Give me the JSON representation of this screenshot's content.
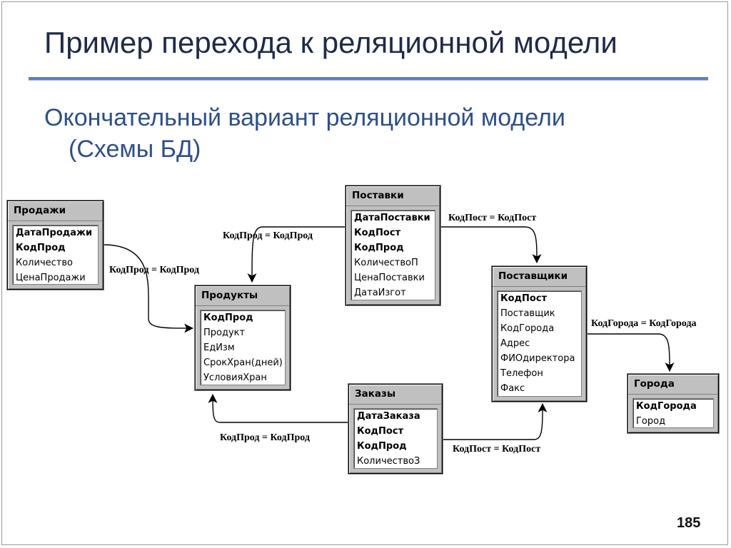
{
  "slide": {
    "title": "Пример перехода к реляционной модели",
    "subtitle_line1": "Окончательный вариант реляционной модели",
    "subtitle_line2": "(Схемы БД)",
    "page_number": "185",
    "colors": {
      "title": "#1f2a4a",
      "subtitle": "#2d4f8a",
      "rule": "#5a7fbd",
      "table_header": "#c0c0c0"
    }
  },
  "tables": {
    "sales": {
      "title": "Продажи",
      "fields": [
        {
          "name": "ДатаПродажи",
          "key": true
        },
        {
          "name": "КодПрод",
          "key": true
        },
        {
          "name": "Количество",
          "key": false
        },
        {
          "name": "ЦенаПродажи",
          "key": false
        }
      ]
    },
    "products": {
      "title": "Продукты",
      "fields": [
        {
          "name": "КодПрод",
          "key": true
        },
        {
          "name": "Продукт",
          "key": false
        },
        {
          "name": "ЕдИзм",
          "key": false
        },
        {
          "name": "СрокХран(дней)",
          "key": false
        },
        {
          "name": "УсловияХран",
          "key": false
        }
      ]
    },
    "deliveries": {
      "title": "Поставки",
      "fields": [
        {
          "name": "ДатаПоставки",
          "key": true
        },
        {
          "name": "КодПост",
          "key": true
        },
        {
          "name": "КодПрод",
          "key": true
        },
        {
          "name": "КоличествоП",
          "key": false
        },
        {
          "name": "ЦенаПоставки",
          "key": false
        },
        {
          "name": "ДатаИзгот",
          "key": false
        }
      ]
    },
    "suppliers": {
      "title": "Поставщики",
      "fields": [
        {
          "name": "КодПост",
          "key": true
        },
        {
          "name": "Поставщик",
          "key": false
        },
        {
          "name": "КодГорода",
          "key": false
        },
        {
          "name": "Адрес",
          "key": false
        },
        {
          "name": "ФИОдиректора",
          "key": false
        },
        {
          "name": "Телефон",
          "key": false
        },
        {
          "name": "Факс",
          "key": false
        }
      ]
    },
    "orders": {
      "title": "Заказы",
      "fields": [
        {
          "name": "ДатаЗаказа",
          "key": true
        },
        {
          "name": "КодПост",
          "key": true
        },
        {
          "name": "КодПрод",
          "key": true
        },
        {
          "name": "КоличествоЗ",
          "key": false
        }
      ]
    },
    "cities": {
      "title": "Города",
      "fields": [
        {
          "name": "КодГорода",
          "key": true
        },
        {
          "name": "Город",
          "key": false
        }
      ]
    }
  },
  "relations": {
    "sales_products": "КодПрод = КодПрод",
    "deliveries_products": "КодПрод = КодПрод",
    "deliveries_suppliers": "КодПост = КодПост",
    "suppliers_cities": "КодГорода = КодГорода",
    "orders_products": "КодПрод = КодПрод",
    "orders_suppliers": "КодПост = КодПост"
  }
}
